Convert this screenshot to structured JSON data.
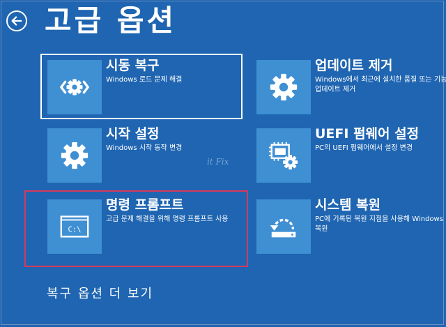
{
  "page": {
    "title": "고급 옵션",
    "more_link": "복구 옵션 더 보기",
    "watermark": "it Fix"
  },
  "icons": {
    "back": "back-arrow-icon",
    "startup_repair": "startup-repair-gear-icon",
    "uninstall_updates": "gear-icon",
    "startup_settings": "gear-icon",
    "uefi": "firmware-chip-gear-icon",
    "cmd": "command-prompt-icon",
    "restore": "system-restore-icon"
  },
  "options": {
    "startup_repair": {
      "title": "시동 복구",
      "desc": "Windows 로드 문제 해결"
    },
    "uninstall_updates": {
      "title": "업데이트 제거",
      "desc": "Windows에서 최근에 설치한 품질 또는 기능 업데이트 제거"
    },
    "startup_settings": {
      "title": "시작 설정",
      "desc": "Windows 시작 동작 변경"
    },
    "uefi": {
      "title": "UEFI 펌웨어 설정",
      "desc": "PC의 UEFI 펌웨어에서 설정 변경"
    },
    "cmd": {
      "title": "명령 프롬프트",
      "desc": "고급 문제 해결을 위해 명령 프롬프트 사용",
      "glyph": "C:\\"
    },
    "restore": {
      "title": "시스템 복원",
      "desc": "PC에 기록된 복원 지점을 사용해 Windows 복원"
    }
  },
  "colors": {
    "background": "#1f65b1",
    "tile": "#3f8fd3",
    "selection": "#ffffff",
    "highlight": "#d53a5c"
  }
}
